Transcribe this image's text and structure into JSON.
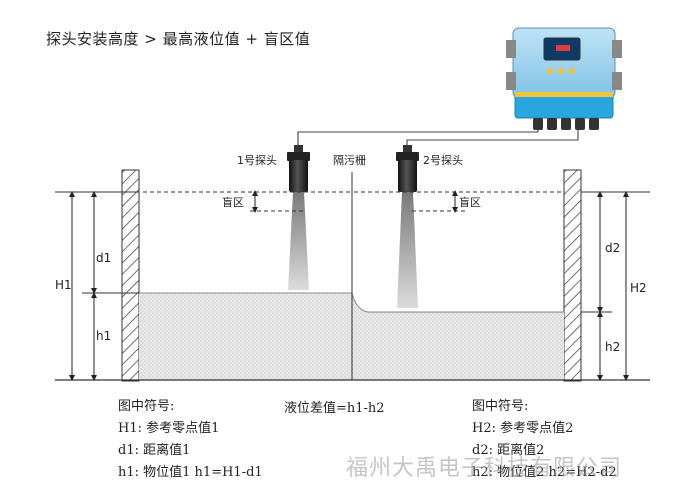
{
  "title": "探头安装高度 > 最高液位值 + 盲区值",
  "labels": {
    "probe1": "1号探头",
    "probe2": "2号探头",
    "screen": "隔污栅",
    "blind_left": "盲区",
    "blind_right": "盲区",
    "H1": "H1",
    "d1": "d1",
    "h1": "h1",
    "H2": "H2",
    "d2": "d2",
    "h2": "h2"
  },
  "legend_left": {
    "header": "图中符号:",
    "line1": "H1: 参考零点值1",
    "line2": "d1: 距离值1",
    "line3": "h1: 物位值1   h1=H1-d1"
  },
  "legend_right": {
    "header": "图中符号:",
    "line1": "H2: 参考零点值2",
    "line2": "d2: 距离值2",
    "line3": "h2: 物位值2   h2=H2-d2"
  },
  "difference_formula": "液位差值=h1-h2",
  "watermark": "福州大禹电子科技有限公司",
  "colors": {
    "controller_body": "#29a6e0",
    "controller_top": "#9ad0ec",
    "screen_display": "#0e3a66",
    "indicator_lights": "#f0c23a",
    "liquid_fill": "#e6e6e6",
    "probe_body": "#2a2a2a"
  }
}
